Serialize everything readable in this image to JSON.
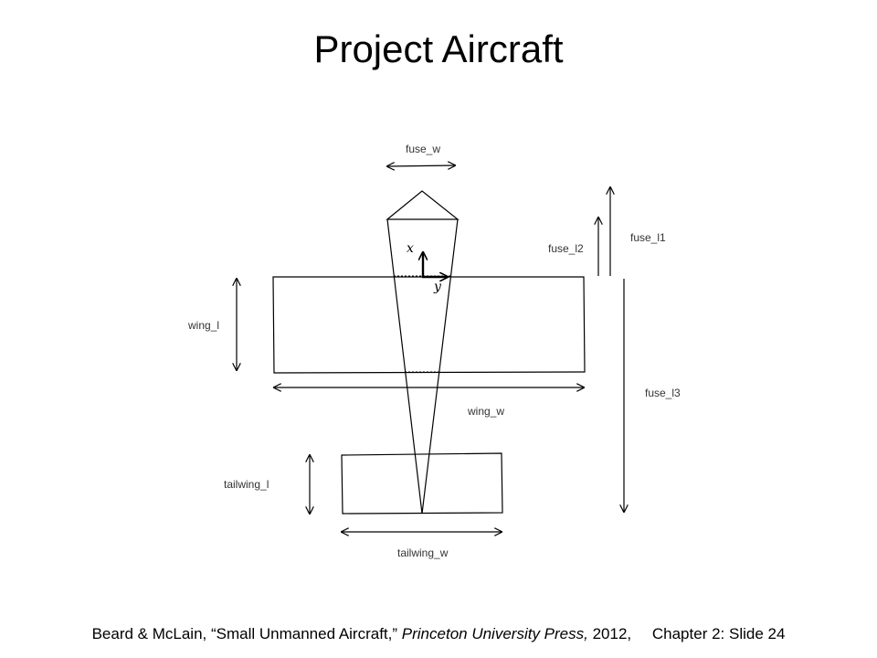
{
  "slide": {
    "title": "Project Aircraft"
  },
  "labels": {
    "fuse_w": "fuse_w",
    "fuse_l1": "fuse_l1",
    "fuse_l2": "fuse_l2",
    "fuse_l3": "fuse_l3",
    "wing_l": "wing_l",
    "wing_w": "wing_w",
    "tailwing_l": "tailwing_l",
    "tailwing_w": "tailwing_w",
    "axis_x": "x",
    "axis_y": "y"
  },
  "footer": {
    "citation": "Beard & McLain, “Small Unmanned Aircraft,”",
    "publisher": "Princeton University Press,",
    "year": "2012,",
    "chapter_slide": "Chapter 2: Slide 24"
  }
}
